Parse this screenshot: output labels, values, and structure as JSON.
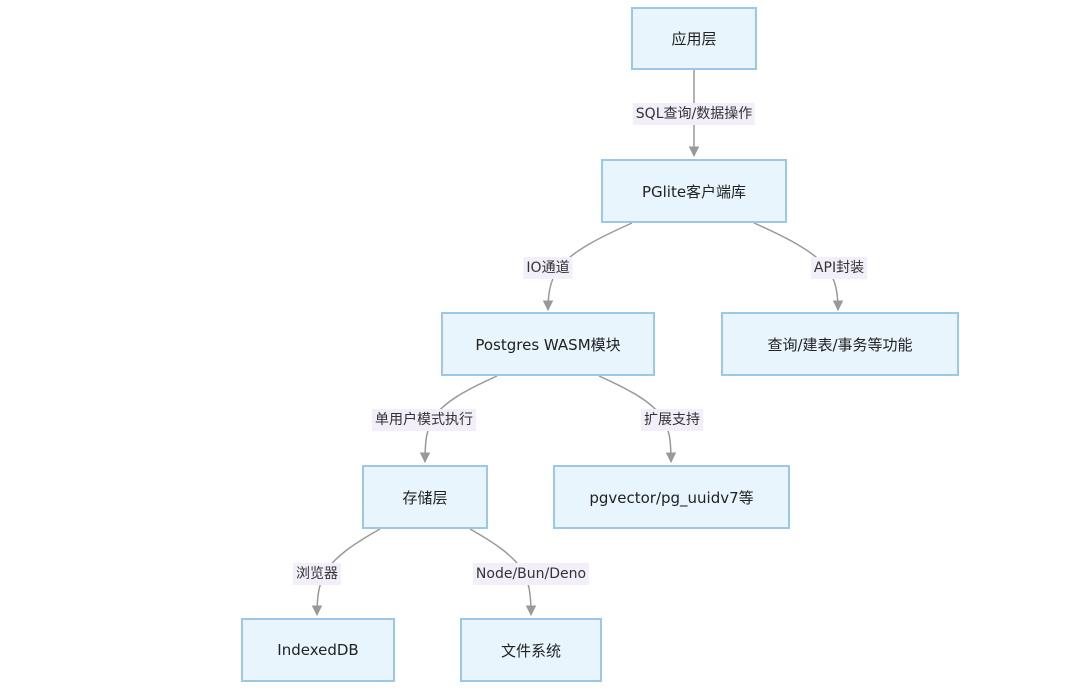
{
  "diagram": {
    "nodes": {
      "app": "应用层",
      "client": "PGlite客户端库",
      "wasm": "Postgres WASM模块",
      "features": "查询/建表/事务等功能",
      "storage": "存储层",
      "ext": "pgvector/pg_uuidv7等",
      "idb": "IndexedDB",
      "fs": "文件系统"
    },
    "edges": {
      "app_client": "SQL查询/数据操作",
      "client_wasm": "IO通道",
      "client_features": "API封装",
      "wasm_storage": "单用户模式执行",
      "wasm_ext": "扩展支持",
      "storage_idb": "浏览器",
      "storage_fs": "Node/Bun/Deno"
    },
    "colors": {
      "node_fill": "#e8f5fd",
      "node_border": "#9cc8e8",
      "edge": "#999999",
      "label_bg": "#f2eefa"
    }
  }
}
